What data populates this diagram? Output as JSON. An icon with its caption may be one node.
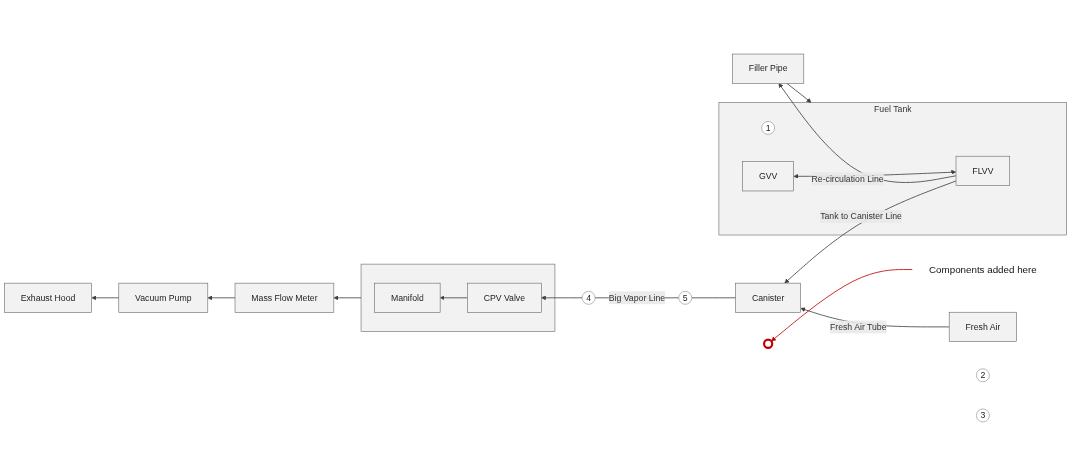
{
  "diagram": {
    "nodes": [
      {
        "text": [
          "Components added here"
        ]
      },
      {
        "text": [],
        "shape": "circle"
      },
      {
        "text": [],
        "shape": "box"
      },
      {
        "text": [
          "Manifold"
        ],
        "in": 2
      },
      {
        "text": [
          "CPV Valve"
        ],
        "in": 2
      },
      {
        "text": [
          "Mass Flow Meter"
        ]
      },
      {
        "text": [
          "4"
        ]
      },
      {
        "text": [
          "5"
        ]
      },
      {
        "text": [
          "Canister"
        ]
      },
      {
        "text": [
          "Fresh Air"
        ]
      },
      {
        "text": [
          "2"
        ]
      },
      {
        "text": [
          "Fuel Tank"
        ]
      },
      {
        "text": [
          "FLVV"
        ],
        "in": 11
      },
      {
        "text": [
          "3"
        ]
      },
      {
        "text": [
          "1"
        ],
        "in": 11
      },
      {
        "text": [
          "GVV"
        ],
        "in": 11
      },
      {
        "text": [
          "Vacuum Pump"
        ]
      },
      {
        "text": [
          "Filler Pipe"
        ]
      },
      {
        "text": [
          "Exhaust Hood"
        ]
      }
    ],
    "edges": [
      {
        "from": 0,
        "to": 1,
        "arrow": "to",
        "color": "#c00000"
      },
      {
        "from": 2,
        "to": 5,
        "arrow": "to"
      },
      {
        "from": 4,
        "to": 3,
        "arrow": "to"
      },
      {
        "from": 8,
        "to": 7,
        "arrow": "none"
      },
      {
        "from": 7,
        "to": 6,
        "arrow": "none",
        "label": "Big Vapor Line"
      },
      {
        "from": 6,
        "to": 4,
        "arrow": "to"
      },
      {
        "from": 9,
        "to": 8,
        "arrow": "to",
        "label": "Fresh Air Tube"
      },
      {
        "from": 12,
        "to": 8,
        "arrow": "to",
        "label": "Tank to Canister Line"
      },
      {
        "from": 12,
        "to": 17,
        "arrow": "to",
        "label": "Re-circulation Line"
      },
      {
        "from": 12,
        "to": 15,
        "arrow": "both"
      },
      {
        "from": 17,
        "to": 11,
        "arrow": "to"
      },
      {
        "from": 5,
        "to": 16,
        "arrow": "to"
      },
      {
        "from": 16,
        "to": 18,
        "arrow": "to"
      }
    ]
  }
}
